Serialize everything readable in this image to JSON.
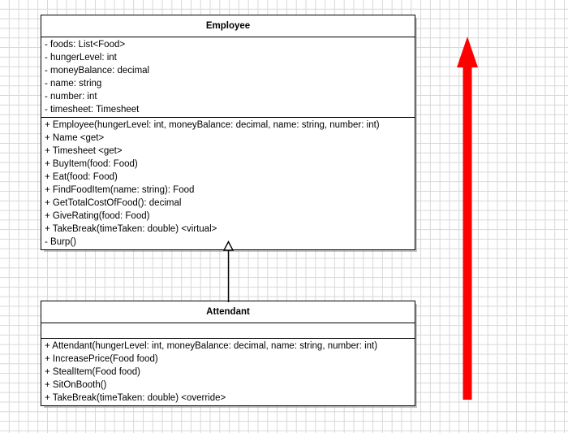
{
  "diagram": {
    "type": "uml-class-diagram",
    "background": "graph-paper-grid",
    "grid_color": "#d8d8d8",
    "classes": [
      {
        "name": "Employee",
        "attributes": [
          "- foods: List<Food>",
          "- hungerLevel: int",
          "- moneyBalance: decimal",
          "- name: string",
          "- number: int",
          "- timesheet: Timesheet"
        ],
        "methods": [
          "+ Employee(hungerLevel: int, moneyBalance: decimal, name: string, number: int)",
          "+ Name <get>",
          "+ Timesheet <get>",
          "+ BuyItem(food: Food)",
          "+ Eat(food: Food)",
          "+ FindFoodItem(name: string): Food",
          "+ GetTotalCostOfFood(): decimal",
          "+ GiveRating(food: Food)",
          "+ TakeBreak(timeTaken: double) <virtual>",
          "-  Burp()"
        ]
      },
      {
        "name": "Attendant",
        "attributes": [],
        "methods": [
          "+ Attendant(hungerLevel: int, moneyBalance: decimal, name: string, number: int)",
          "+ IncreasePrice(Food food)",
          "+ StealItem(Food food)",
          "+ SitOnBooth()",
          "+ TakeBreak(timeTaken: double) <override>"
        ]
      }
    ],
    "relationships": [
      {
        "kind": "generalization",
        "from": "Attendant",
        "to": "Employee",
        "marker": "hollow-triangle",
        "line_color": "#000000"
      }
    ],
    "annotations": [
      {
        "kind": "arrow",
        "direction": "up",
        "color": "#FF0000"
      }
    ]
  }
}
